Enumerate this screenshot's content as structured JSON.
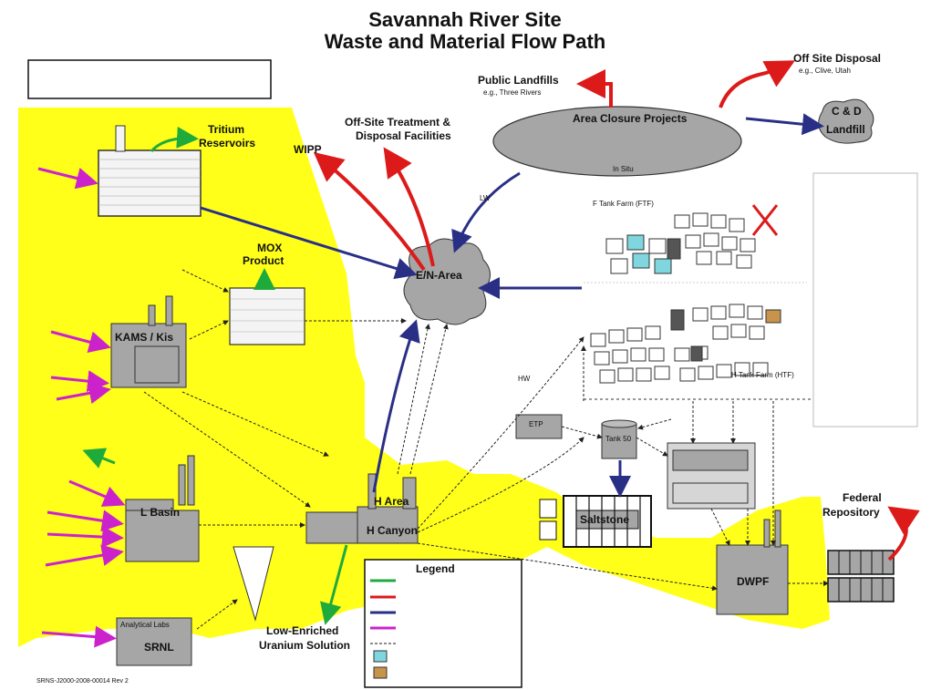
{
  "title_line1": "Savannah River Site",
  "title_line2": "Waste and Material Flow Path",
  "labels": {
    "tritium": "Tritium",
    "reservoirs": "Reservoirs",
    "wipp": "WIPP",
    "offsite_treatment": "Off-Site Treatment &",
    "disposal_facilities": "Disposal Facilities",
    "public_landfills": "Public Landfills",
    "three_rivers": "e.g., Three Rivers",
    "offsite_disposal": "Off Site Disposal",
    "clive_utah": "e.g., Clive, Utah",
    "area_closure": "Area Closure Projects",
    "in_situ": "In Situ",
    "cd_landfill": "C & D",
    "landfill": "Landfill",
    "mox": "MOX",
    "product": "Product",
    "hcanyon": "H Canyon",
    "eniarea": "E/N-Area",
    "hbtank": "H Tank Farm",
    "etp": "ETP",
    "tank50": "Tank 50",
    "saltstone": "Saltstone",
    "federal": "Federal",
    "repository": "Repository",
    "dwpf": "DWPF",
    "lbasin": "L Basin",
    "srnl": "SRNL",
    "analytical_labs": "Analytical Labs",
    "low_enriched": "Low-Enriched",
    "uranium_solution": "Uranium Solution",
    "legend": "Legend",
    "footer": "SRNS-J2000-2008-00014 Rev 2",
    "kamt": "KAMS / Kis",
    "hcanyon_l": "H Canyon",
    "hoffset": "H Area",
    "lw": "LW",
    "hw": "HW",
    "ftf": "F Tank Farm (FTF)",
    "htf": "H Tank Farm (HTF)"
  },
  "colors": {
    "yellow": "#ffff1a",
    "gray": "#a6a6a6",
    "navy": "#2a2f86",
    "red": "#dd1a1a",
    "green": "#1faa3c",
    "magenta": "#cc22cc",
    "black": "#1a1a1a"
  }
}
